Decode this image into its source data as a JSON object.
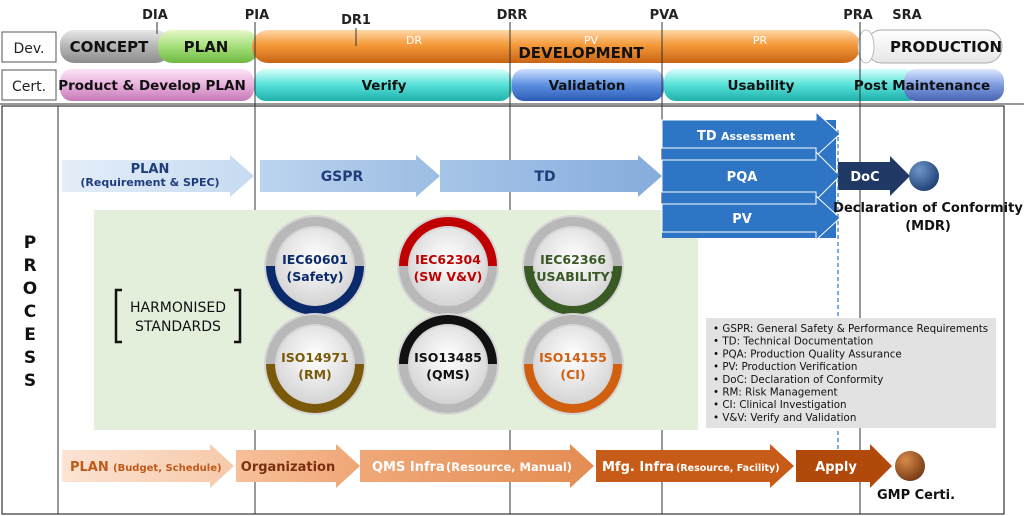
{
  "milestones": [
    "DIA",
    "PIA",
    "DR1",
    "DRR",
    "PVA",
    "PRA",
    "SRA",
    "DR",
    "PV",
    "PR"
  ],
  "rows": {
    "dev_label": "Dev.",
    "cert_label": "Cert.",
    "process_label": [
      "P",
      "R",
      "O",
      "C",
      "E",
      "S",
      "S"
    ]
  },
  "dev_phases": [
    "CONCEPT",
    "PLAN",
    "DEVELOPMENT",
    "PRODUCTION"
  ],
  "cert_phases": [
    "Product & Develop PLAN",
    "Verify",
    "Validation",
    "Usability",
    "Post Maintenance"
  ],
  "process_arrows": {
    "plan_title": "PLAN",
    "plan_sub": "(Requirement & SPEC)",
    "gspr": "GSPR",
    "td": "TD",
    "td_assessment_main": "TD",
    "td_assessment_sub": "Assessment",
    "pqa": "PQA",
    "pv": "PV",
    "doc": "DoC",
    "declaration_line1": "Declaration of Conformity",
    "declaration_line2": "(MDR)"
  },
  "harmonised": {
    "label_line1": "HARMONISED",
    "label_line2": "STANDARDS",
    "standards": [
      {
        "code": "IEC60601",
        "scope": "(Safety)",
        "color": "#0a2a6b"
      },
      {
        "code": "IEC62304",
        "scope": "(SW V&V)",
        "color": "#c00000"
      },
      {
        "code": "IEC62366",
        "scope": "(USABILITY)",
        "color": "#3a5a25"
      },
      {
        "code": "ISO14971",
        "scope": "(RM)",
        "color": "#7a5a0a"
      },
      {
        "code": "ISO13485",
        "scope": "(QMS)",
        "color": "#111111"
      },
      {
        "code": "ISO14155",
        "scope": "(CI)",
        "color": "#d0600f"
      }
    ]
  },
  "legend": [
    "• GSPR: General Safety & Performance Requirements",
    "• TD: Technical Documentation",
    "• PQA: Production Quality Assurance",
    "• PV: Production Verification",
    "• DoC: Declaration of Conformity",
    "• RM: Risk Management",
    "• CI: Clinical Investigation",
    "• V&V: Verify and Validation"
  ],
  "gmp_arrows": {
    "plan_main": "PLAN",
    "plan_sub": "(Budget, Schedule)",
    "organization": "Organization",
    "qms_main": "QMS Infra",
    "qms_sub": "(Resource, Manual)",
    "mfg_main": "Mfg. Infra",
    "mfg_sub": "(Resource, Facility)",
    "apply": "Apply",
    "gmp": "GMP Certi."
  }
}
